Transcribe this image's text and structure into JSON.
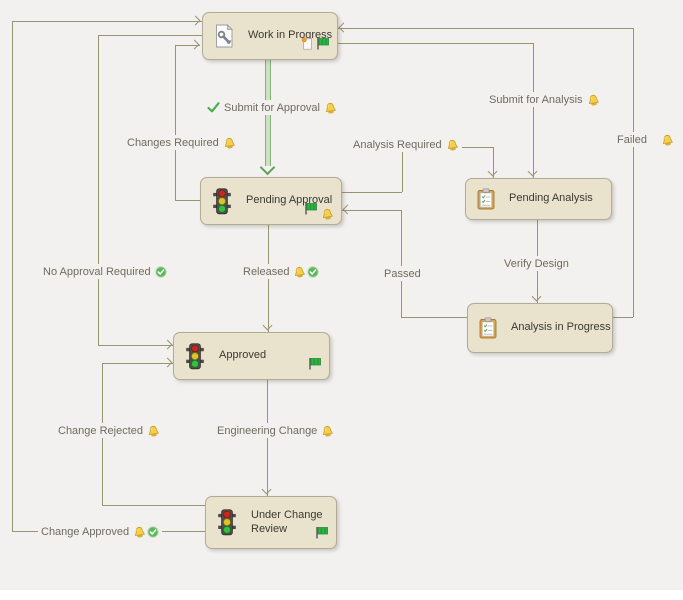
{
  "diagram_title": "Lifecycle workflow state diagram",
  "colors": {
    "canvas_background": "#f2f1ef",
    "state_fill": "#e9e2cd",
    "state_border": "#b3aa97",
    "connector_line": "#9b9370",
    "approval_line_green": "#84b279",
    "label_text": "#6e6b5e",
    "state_text": "#3a3832",
    "bell_yellow": "#f6cf4b",
    "flag_green": "#2fb344",
    "check_green": "#4cae4c"
  },
  "states": {
    "work_in_progress": {
      "label": "Work in Progress",
      "icon": "document-wrench-icon",
      "badges": [
        "note-icon",
        "green-flag-icon"
      ]
    },
    "pending_approval": {
      "label": "Pending Approval",
      "icon": "traffic-light-icon",
      "badges": [
        "green-flag-icon",
        "bell-icon"
      ]
    },
    "pending_analysis": {
      "label": "Pending Analysis",
      "icon": "clipboard-icon",
      "badges": []
    },
    "analysis_in_progress": {
      "label": "Analysis in Progress",
      "icon": "clipboard-icon",
      "badges": []
    },
    "approved": {
      "label": "Approved",
      "icon": "traffic-light-icon",
      "badges": [
        "green-flag-icon"
      ]
    },
    "under_change_review": {
      "label": "Under Change Review",
      "icon": "traffic-light-icon",
      "badges": [
        "green-flag-icon"
      ]
    }
  },
  "transitions": {
    "submit_for_approval": {
      "label": "Submit for Approval",
      "from": "work_in_progress",
      "to": "pending_approval",
      "icons": [
        "green-check-icon",
        "bell-icon"
      ]
    },
    "changes_required": {
      "label": "Changes Required",
      "from": "pending_approval",
      "to": "work_in_progress",
      "icons": [
        "bell-icon"
      ]
    },
    "no_approval_required": {
      "label": "No Approval Required",
      "from": "work_in_progress",
      "to": "approved",
      "icons": [
        "check-circle-icon"
      ]
    },
    "released": {
      "label": "Released",
      "from": "pending_approval",
      "to": "approved",
      "icons": [
        "bell-icon",
        "check-circle-icon"
      ]
    },
    "submit_for_analysis": {
      "label": "Submit for Analysis",
      "from": "work_in_progress",
      "to": "pending_analysis",
      "icons": [
        "bell-icon"
      ]
    },
    "analysis_required": {
      "label": "Analysis Required",
      "from": "pending_approval",
      "to": "pending_analysis",
      "icons": [
        "bell-icon"
      ]
    },
    "passed": {
      "label": "Passed",
      "from": "analysis_in_progress",
      "to": "pending_approval",
      "icons": []
    },
    "verify_design": {
      "label": "Verify Design",
      "from": "pending_analysis",
      "to": "analysis_in_progress",
      "icons": []
    },
    "failed": {
      "label": "Failed",
      "from": "analysis_in_progress",
      "to": "work_in_progress",
      "icons": [
        "bell-icon"
      ]
    },
    "engineering_change": {
      "label": "Engineering Change",
      "from": "approved",
      "to": "under_change_review",
      "icons": [
        "bell-icon"
      ]
    },
    "change_rejected": {
      "label": "Change Rejected",
      "from": "under_change_review",
      "to": "approved",
      "icons": [
        "bell-icon"
      ]
    },
    "change_approved": {
      "label": "Change Approved",
      "from": "under_change_review",
      "to": "work_in_progress",
      "icons": [
        "bell-icon",
        "check-circle-icon"
      ]
    }
  }
}
